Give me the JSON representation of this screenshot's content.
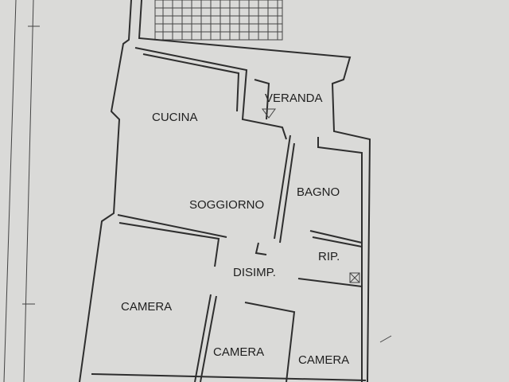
{
  "plan": {
    "rooms": {
      "cucina": "CUCINA",
      "veranda": "VERANDA",
      "bagno": "BAGNO",
      "soggiorno": "SOGGIORNO",
      "ripostiglio": "RIP.",
      "disimpegno": "DISIMP.",
      "camera1": "CAMERA",
      "camera2": "CAMERA",
      "camera3": "CAMERA"
    }
  }
}
